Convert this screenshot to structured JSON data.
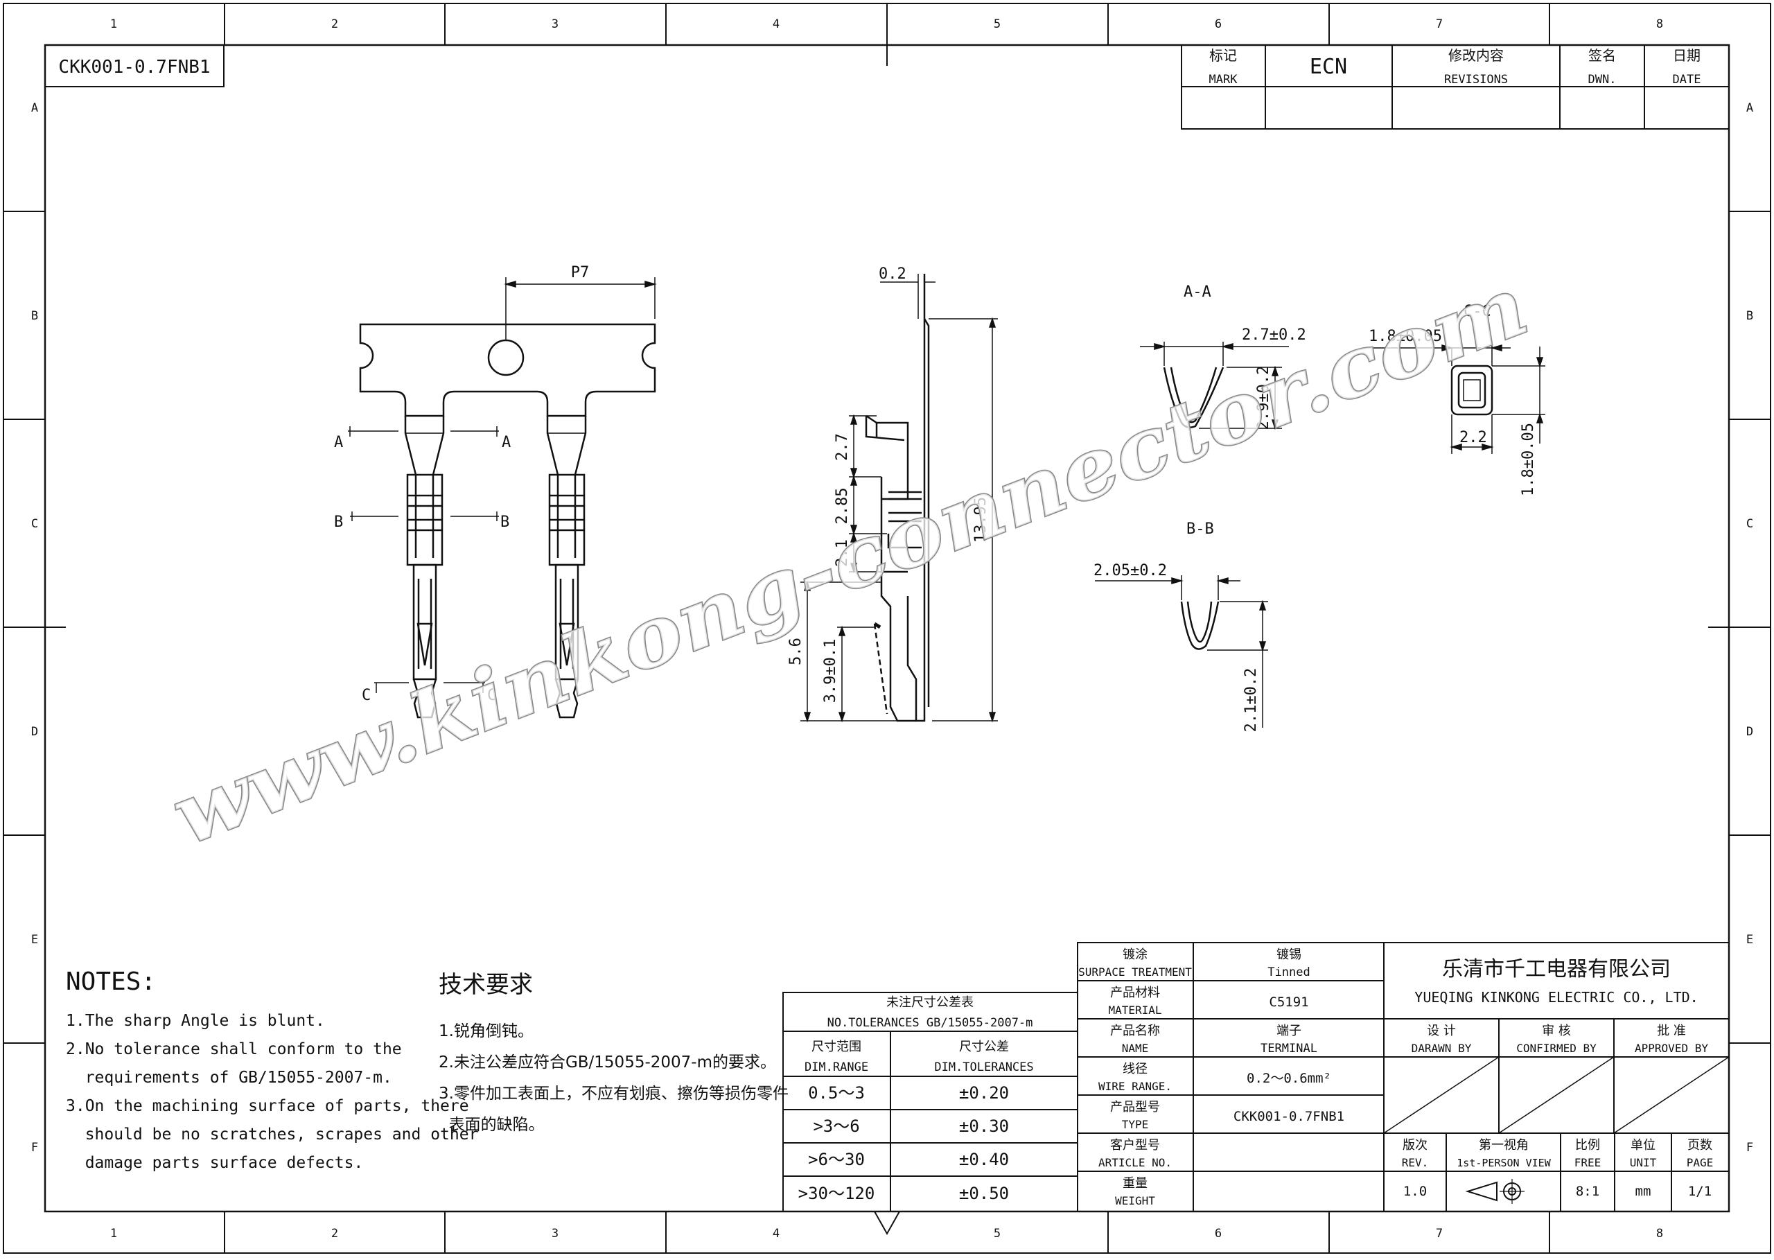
{
  "title_box": "CKK001-0.7FNB1",
  "grid": {
    "cols": [
      "1",
      "2",
      "3",
      "4",
      "5",
      "6",
      "7",
      "8"
    ],
    "rows": [
      "A",
      "B",
      "C",
      "D",
      "E",
      "F"
    ]
  },
  "revision_block": {
    "mark_cn": "标记",
    "mark_en": "MARK",
    "ecn": "ECN",
    "rev_cn": "修改内容",
    "rev_en": "REVISIONS",
    "dwn_cn": "签名",
    "dwn_en": "DWN.",
    "date_cn": "日期",
    "date_en": "DATE"
  },
  "dims": {
    "p7": "P7",
    "d02": "0.2",
    "d27": "2.7",
    "d285": "2.85",
    "d21": "2.1",
    "d56": "5.6",
    "d39": "3.9±0.1",
    "d1395": "13.95",
    "aa_w": "2.7±0.2",
    "aa_h": "2.9±0.2",
    "cc_w": "1.8±0.05",
    "cc_b": "2.2",
    "cc_h": "1.8±0.05",
    "bb_w": "2.05±0.2",
    "bb_h": "2.1±0.2"
  },
  "sections": {
    "a": "A",
    "b": "B",
    "c": "C",
    "aa": "A-A",
    "bb": "B-B",
    "cc": "C-C"
  },
  "watermark": "www.kinkong-connector.com",
  "notes_en": {
    "heading": "NOTES:",
    "lines": [
      "1.The sharp Angle is blunt.",
      "2.No tolerance shall conform to the",
      "  requirements of GB/15055-2007-m.",
      "3.On the machining surface of parts, there",
      "  should be no scratches, scrapes and other",
      "  damage parts surface defects."
    ]
  },
  "notes_cn": {
    "heading": "技术要求",
    "lines": [
      "1.锐角倒钝。",
      "2.未注公差应符合GB/15055-2007-m的要求。",
      "3.零件加工表面上，不应有划痕、擦伤等损伤零件",
      "  表面的缺陷。"
    ]
  },
  "tolerance_table": {
    "title_cn": "未注尺寸公差表",
    "title_en": "NO.TOLERANCES GB/15055-2007-m",
    "col1_cn": "尺寸范围",
    "col1_en": "DIM.RANGE",
    "col2_cn": "尺寸公差",
    "col2_en": "DIM.TOLERANCES",
    "rows": [
      {
        "range": "0.5～3",
        "tol": "±0.20"
      },
      {
        "range": ">3～6",
        "tol": "±0.30"
      },
      {
        "range": ">6～30",
        "tol": "±0.40"
      },
      {
        "range": ">30～120",
        "tol": "±0.50"
      }
    ]
  },
  "info_block": {
    "rows": [
      {
        "label_cn": "镀涂",
        "label_en": "SURPACE TREATMENT",
        "value_cn": "镀锡",
        "value_en": "Tinned"
      },
      {
        "label_cn": "产品材料",
        "label_en": "MATERIAL",
        "value_cn": "",
        "value_en": "C5191"
      },
      {
        "label_cn": "产品名称",
        "label_en": "NAME",
        "value_cn": "端子",
        "value_en": "TERMINAL"
      },
      {
        "label_cn": "线径",
        "label_en": "WIRE RANGE.",
        "value_cn": "",
        "value_en": "0.2～0.6mm²"
      },
      {
        "label_cn": "产品型号",
        "label_en": "TYPE",
        "value_cn": "",
        "value_en": "CKK001-0.7FNB1"
      },
      {
        "label_cn": "客户型号",
        "label_en": "ARTICLE NO.",
        "value_cn": "",
        "value_en": ""
      },
      {
        "label_cn": "重量",
        "label_en": "WEIGHT",
        "value_cn": "",
        "value_en": ""
      }
    ],
    "company_cn": "乐清市千工电器有限公司",
    "company_en": "YUEQING KINKONG ELECTRIC CO., LTD.",
    "design_cn": "设 计",
    "design_en": "DARAWN BY",
    "check_cn": "审 核",
    "check_en": "CONFIRMED BY",
    "approve_cn": "批 准",
    "approve_en": "APPROVED BY",
    "rev_cn": "版次",
    "rev_en": "REV.",
    "rev_val": "1.0",
    "view_cn": "第一视角",
    "view_en": "1st-PERSON VIEW",
    "scale_cn": "比例",
    "scale_en": "FREE",
    "scale_val": "8:1",
    "unit_cn": "单位",
    "unit_en": "UNIT",
    "unit_val": "mm",
    "page_cn": "页数",
    "page_en": "PAGE",
    "page_val": "1/1"
  }
}
